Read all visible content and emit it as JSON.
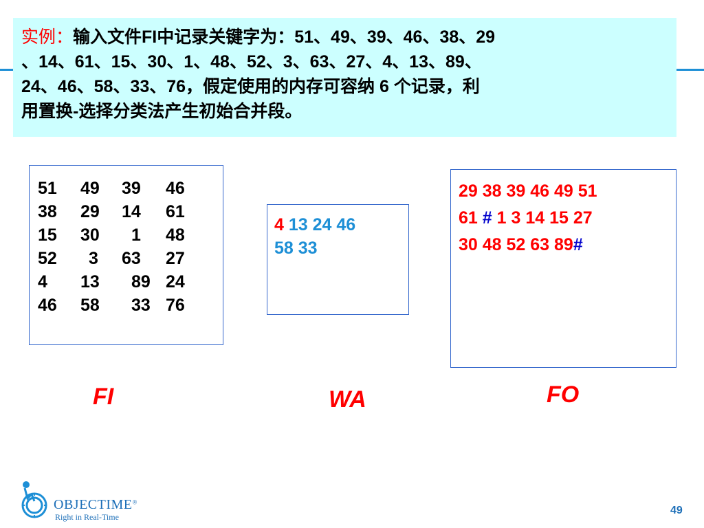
{
  "problem": {
    "label": "实例：",
    "line1": "输入文件FI中记录关键字为：51、49、39、46、38、29",
    "line2": "、14、61、15、30、1、48、52、3、63、27、4、13、89、",
    "line3": "24、46、58、33、76，假定使用的内存可容纳 6 个记录，利",
    "line4": "用置换-选择分类法产生初始合并段。"
  },
  "fi_rows": [
    [
      "51",
      "49",
      "39",
      "46"
    ],
    [
      "38",
      "29",
      "14",
      "61"
    ],
    [
      "15",
      "30",
      "1",
      "48"
    ],
    [
      "52",
      "3",
      "63",
      "27"
    ],
    [
      "4",
      "13",
      "89",
      "24"
    ],
    [
      "46",
      "58",
      "33",
      "76"
    ]
  ],
  "wa": {
    "first": "4",
    "rest_line1": " 13 24 46",
    "line2": "58 33"
  },
  "fo": {
    "line1": "29 38 39 46 49 51",
    "line2_a": "61 ",
    "line2_hash": "#",
    "line2_b": " 1 3 14 15 27",
    "line3_a": "30 48 52 63 89",
    "line3_hash": "#"
  },
  "captions": {
    "fi": "FI",
    "wa": "WA",
    "fo": "FO"
  },
  "logo": {
    "name": "OBJECTIME",
    "reg": "®",
    "tagline": "Right in Real-Time"
  },
  "page_number": "49",
  "colors": {
    "accent_blue": "#1d8fd6",
    "red": "#ff0000",
    "panel_bg": "#ccffff",
    "hash_blue": "#0000cc"
  }
}
